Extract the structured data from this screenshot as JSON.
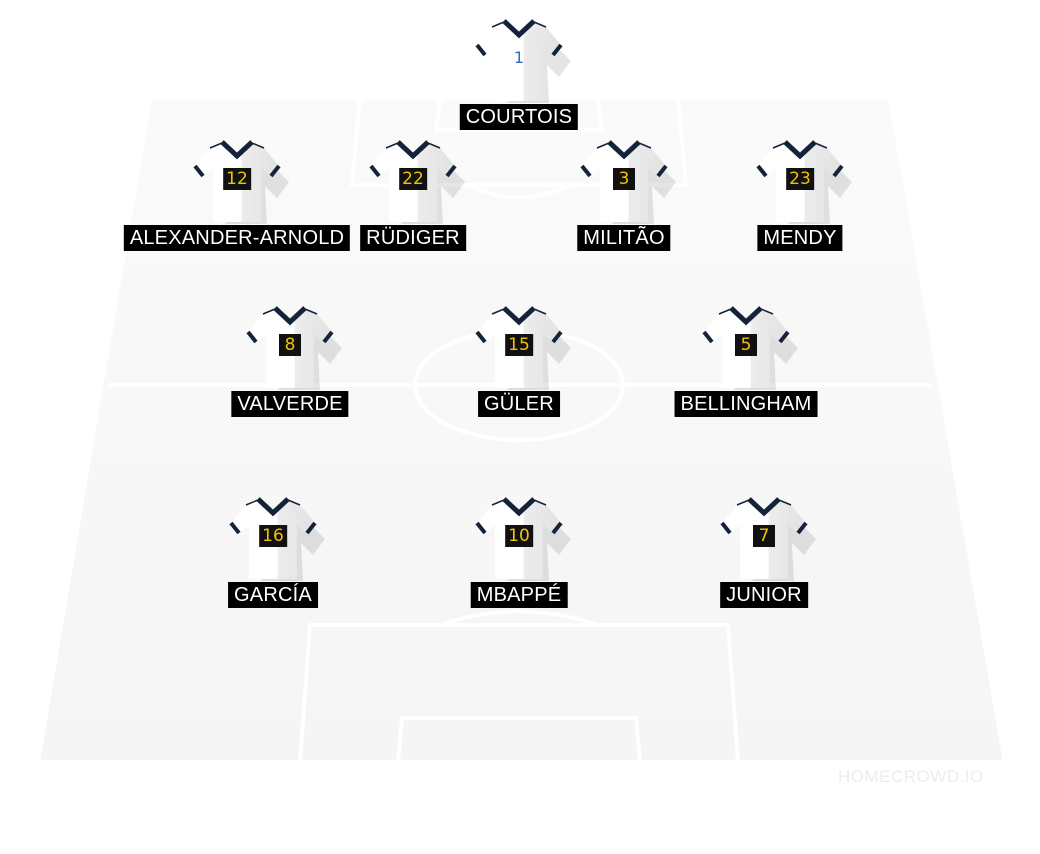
{
  "formation": {
    "goalkeeper": {
      "number": "1",
      "name": "COURTOIS"
    },
    "defenders": [
      {
        "number": "12",
        "name": "ALEXANDER-ARNOLD"
      },
      {
        "number": "22",
        "name": "RÜDIGER"
      },
      {
        "number": "3",
        "name": "MILITÃO"
      },
      {
        "number": "23",
        "name": "MENDY"
      }
    ],
    "midfielders": [
      {
        "number": "8",
        "name": "VALVERDE"
      },
      {
        "number": "15",
        "name": "GÜLER"
      },
      {
        "number": "5",
        "name": "BELLINGHAM"
      }
    ],
    "forwards": [
      {
        "number": "16",
        "name": "GARCÍA"
      },
      {
        "number": "10",
        "name": "MBAPPÉ"
      },
      {
        "number": "7",
        "name": "JUNIOR"
      }
    ]
  },
  "watermark": "HOMECROWD.IO",
  "colors": {
    "shirt_body": "#ffffff",
    "shirt_trim": "#14233a",
    "number_badge": "#111111",
    "number_text": "#f2c200",
    "goalkeeper_number": "#2d6fb6",
    "name_label_bg": "#000000",
    "name_label_text": "#ffffff"
  }
}
